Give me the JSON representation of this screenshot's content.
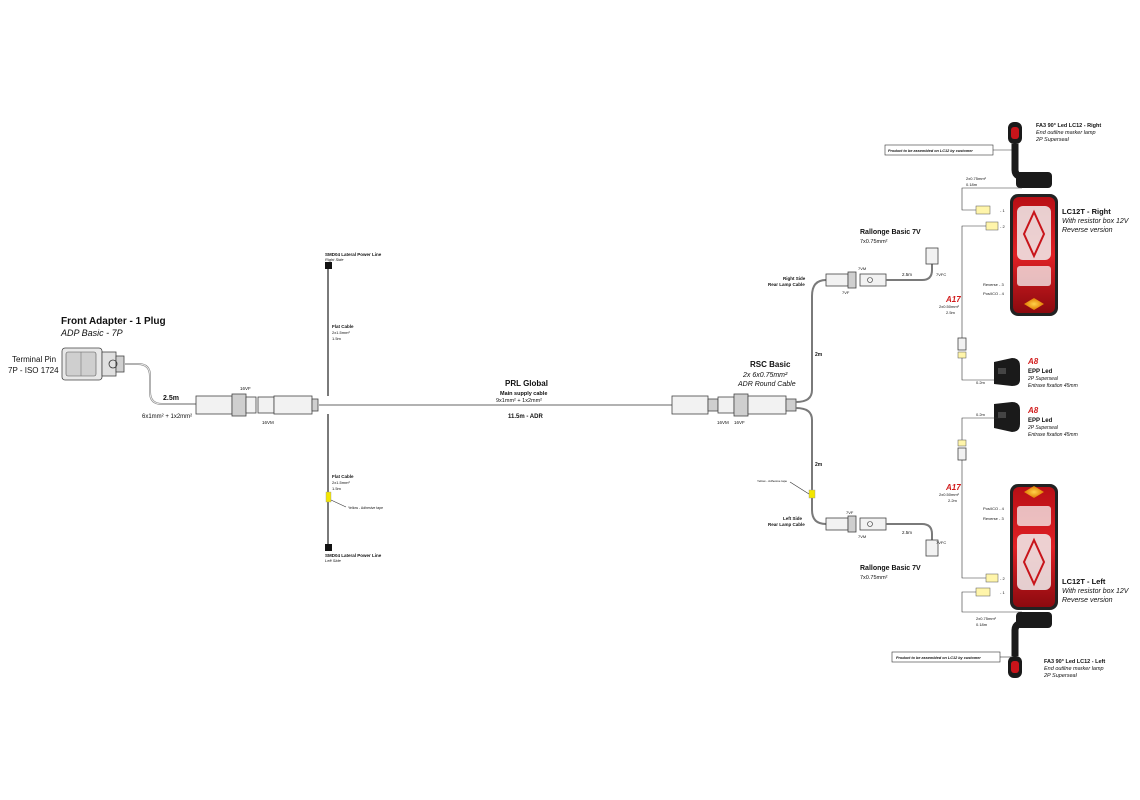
{
  "front_adapter": {
    "title": "Front Adapter - 1 Plug",
    "subtitle": "ADP Basic - 7P",
    "terminal_pin": "Terminal Pin",
    "iso": "7P - ISO 1724",
    "length": "2.5m",
    "cable": "6x1mm² + 1x2mm²",
    "plug_a": "16VF",
    "plug_b": "16VM"
  },
  "smd_right": {
    "title": "SMD04 Lateral Power Line",
    "side": "Right Side",
    "cable_title": "Flat Cable",
    "cable_spec": "2x1.5mm²",
    "cable_len": "1.5m"
  },
  "smd_left": {
    "title": "SMD04 Lateral Power Line",
    "side": "Left Side",
    "cable_title": "Flat Cable",
    "cable_spec": "2x1.5mm²",
    "cable_len": "1.5m",
    "tape": "Yellow - Adhesive tape"
  },
  "prl": {
    "title": "PRL Global",
    "line1": "Main supply cable",
    "line2": "9x1mm² + 1x2mm²",
    "length": "11.5m - ADR",
    "plug_a": "16VM",
    "plug_b": "16VF"
  },
  "rsc": {
    "title": "RSC Basic",
    "line1": "2x 6x0.75mm²",
    "line2": "ADR Round Cable",
    "len_top": "2m",
    "len_bot": "2m",
    "tape": "Yellow - Adhesive tape"
  },
  "right_rear": {
    "title1": "Right Side",
    "title2": "Rear Lamp Cable",
    "p1": "7VM",
    "p2": "7VF",
    "len": "2.5m",
    "p3": "7VFC"
  },
  "left_rear": {
    "title1": "Left Side",
    "title2": "Rear Lamp Cable",
    "p1": "7VF",
    "p2": "7VM",
    "len": "2.5m",
    "p3": "7VFC"
  },
  "rallonge_top": {
    "title": "Rallonge Basic 7V",
    "spec": "7x0.75mm²"
  },
  "rallonge_bot": {
    "title": "Rallonge Basic 7V",
    "spec": "7x0.75mm²"
  },
  "fa3_right": {
    "title": "FA3 90° Led LC12 - Right",
    "line1": "End outline marker lamp",
    "line2": "2P Superseal",
    "note": "Product to be assembled on LC12 by customer",
    "cable": "2x0.75mm²",
    "len": "0.18m",
    "pin1": "- 1",
    "pin2": "- 2"
  },
  "fa3_left": {
    "title": "FA3 90° Led LC12 - Left",
    "line1": "End outline marker lamp",
    "line2": "2P Superseal",
    "note": "Product to be assembled on LC12 by customer",
    "cable": "2x0.75mm²",
    "len": "0.18m",
    "pin1": "- 1",
    "pin2": "- 2"
  },
  "lc12_right": {
    "title": "LC12T - Right",
    "line1": "With resistor box 12V",
    "line2": "Reverse version",
    "rev": "Reverse - 3",
    "pos": "Pos/ICO - 4"
  },
  "lc12_left": {
    "title": "LC12T - Left",
    "line1": "With resistor box 12V",
    "line2": "Reverse version",
    "rev": "Reverse - 3",
    "pos": "Pos/ICO - 4"
  },
  "a17_top": {
    "title": "A17",
    "cable": "2x0.50mm²",
    "len": "2.5m"
  },
  "a17_bot": {
    "title": "A17",
    "cable": "2x0.50mm²",
    "len": "2.2m"
  },
  "a8_top": {
    "title": "A8",
    "name": "EPP Led",
    "line1": "2P Superseal",
    "line2": "Entraxe fixation 45mm",
    "len": "0.2m"
  },
  "a8_bot": {
    "title": "A8",
    "name": "EPP Led",
    "line1": "2P Superseal",
    "line2": "Entraxe fixation 45mm",
    "len": "0.2m"
  },
  "colors": {
    "wire": "#7a7a7a",
    "lamp_red": "#c8141a",
    "amber": "#f5a623",
    "yellow_tape": "#f3e600",
    "dark": "#1a1a1a"
  }
}
